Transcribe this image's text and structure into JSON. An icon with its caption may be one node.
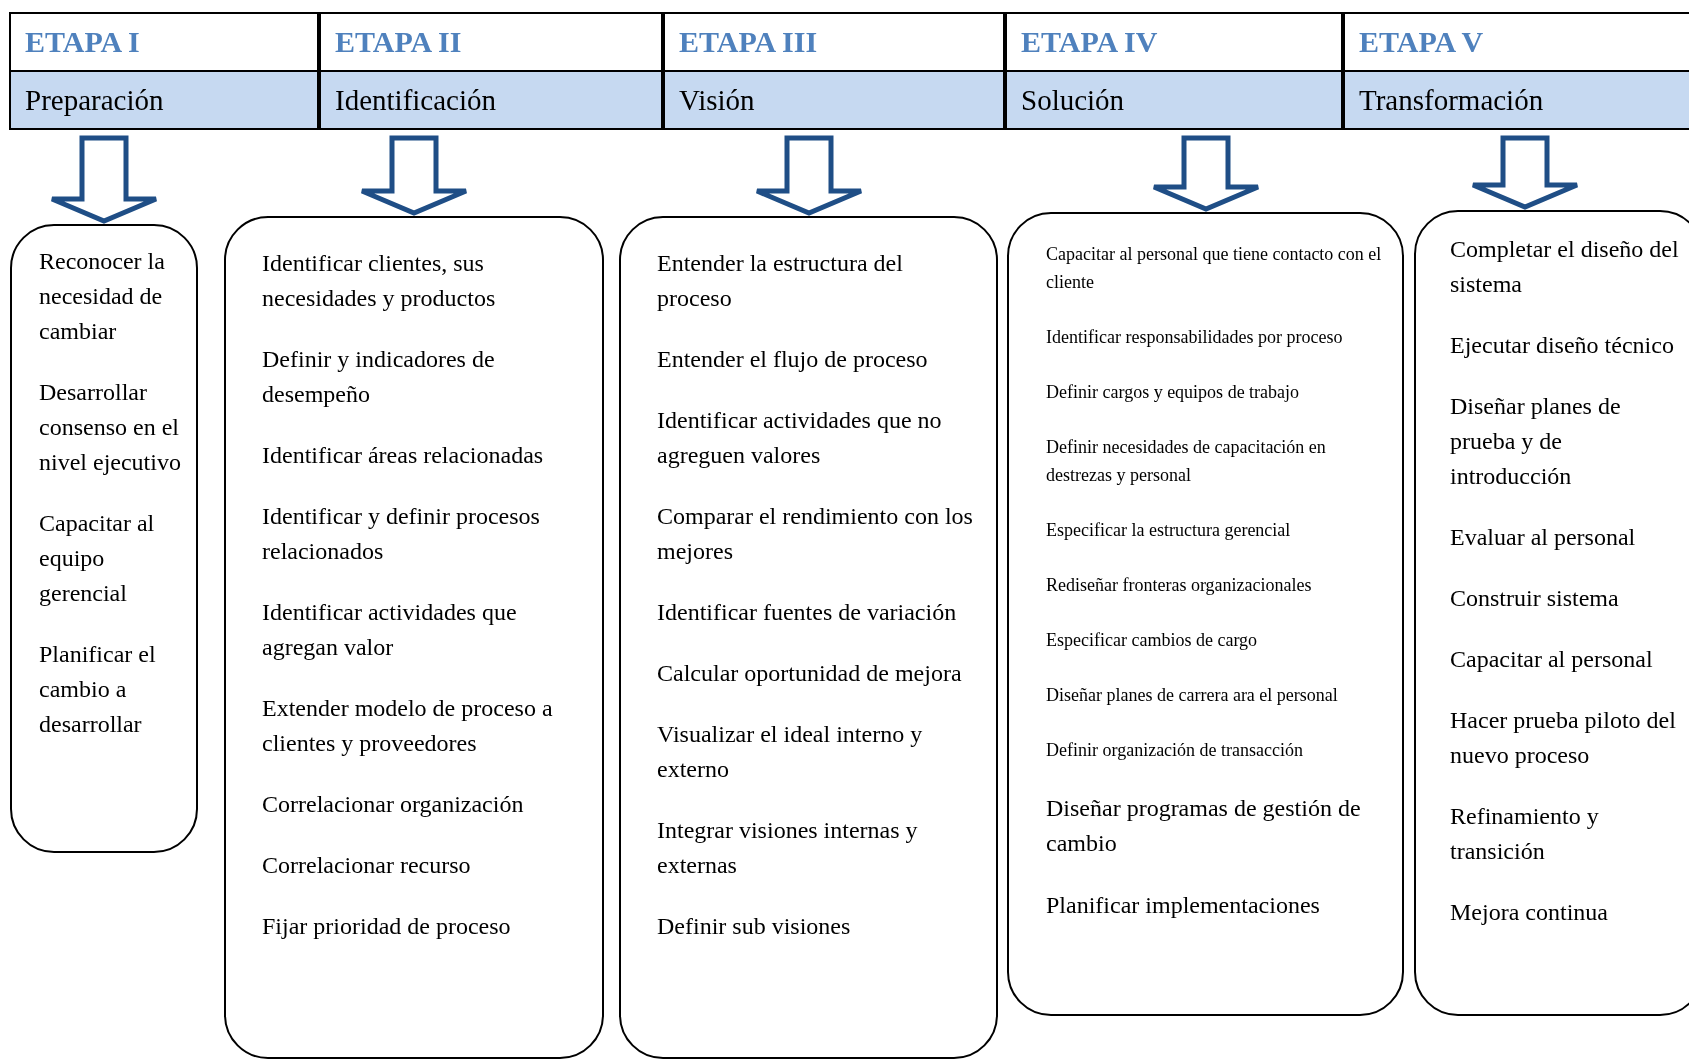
{
  "diagram": {
    "nodes": [
      {
        "text": [
          "ETAPA I",
          "Preparación"
        ]
      },
      {
        "text": [
          "ETAPA II",
          "Identificación"
        ]
      },
      {
        "text": [
          "ETAPA III",
          "Visión"
        ]
      },
      {
        "text": [
          "ETAPA IV",
          "Solución"
        ]
      },
      {
        "text": [
          "ETAPA V",
          "Transformación"
        ]
      },
      {
        "text": [
          "Reconocer la necesidad de cambiar",
          "Desarrollar consenso en el nivel ejecutivo",
          "Capacitar al equipo gerencial",
          "Planificar el cambio a desarrollar"
        ]
      },
      {
        "text": [
          "Identificar clientes, sus necesidades y productos",
          "Definir y indicadores de desempeño",
          "Identificar áreas relacionadas",
          "Identificar y definir procesos relacionados",
          "Identificar actividades que agregan valor",
          "Extender modelo de proceso a clientes y proveedores",
          "Correlacionar organización",
          "Correlacionar recurso",
          "Fijar prioridad de proceso"
        ]
      },
      {
        "text": [
          "Entender la estructura del proceso",
          "Entender el flujo de proceso",
          "Identificar actividades que no agreguen valores",
          "Comparar el rendimiento con los mejores",
          "Identificar fuentes de variación",
          "Calcular oportunidad de mejora",
          "Visualizar el ideal interno y externo",
          "Integrar visiones internas y externas",
          "Definir sub visiones"
        ]
      },
      {
        "text": [
          "Capacitar al personal que tiene contacto con el cliente",
          "Identificar responsabilidades por proceso",
          "Definir cargos y equipos de trabajo",
          "Definir necesidades de capacitación en destrezas y personal",
          "Especificar la estructura gerencial",
          "Rediseñar fronteras organizacionales",
          "Especificar cambios de cargo",
          "Diseñar planes de carrera ara el personal",
          "Definir organización de transacción",
          "Diseñar programas de gestión de cambio",
          "Planificar implementaciones"
        ]
      },
      {
        "text": [
          "Completar el diseño del sistema",
          "Ejecutar diseño técnico",
          "Diseñar planes de prueba y de introducción",
          "Evaluar al personal",
          "Construir sistema",
          "Capacitar al personal",
          "Hacer prueba piloto del nuevo proceso",
          "Refinamiento y transición",
          "Mejora continua"
        ]
      }
    ],
    "edges": [
      {
        "from": 0,
        "to": 5,
        "arrow": "to"
      },
      {
        "from": 1,
        "to": 6,
        "arrow": "to"
      },
      {
        "from": 2,
        "to": 7,
        "arrow": "to"
      },
      {
        "from": 3,
        "to": 8,
        "arrow": "to"
      },
      {
        "from": 4,
        "to": 9,
        "arrow": "to"
      }
    ]
  }
}
